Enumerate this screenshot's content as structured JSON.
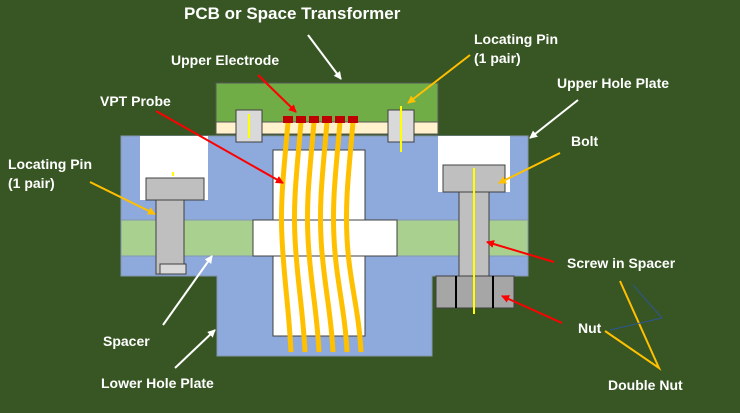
{
  "diagram": {
    "title": "PCB or Space Transformer",
    "labels": {
      "upper_electrode": "Upper Electrode",
      "locating_pin_top_line1": "Locating Pin",
      "locating_pin_top_line2": "(1 pair)",
      "vpt_probe": "VPT Probe",
      "upper_hole_plate": "Upper Hole Plate",
      "locating_pin_left_line1": "Locating Pin",
      "locating_pin_left_line2": "(1 pair)",
      "bolt": "Bolt",
      "screw_in_spacer": "Screw in Spacer",
      "spacer": "Spacer",
      "nut": "Nut",
      "lower_hole_plate": "Lower Hole Plate",
      "double_nut": "Double Nut"
    },
    "colors": {
      "background": "#375623",
      "plate_blue": "#8EA9DB",
      "spacer_green": "#A9D08E",
      "pcb_green": "#70AD47",
      "probe_orange": "#FFC000",
      "electrode_red": "#C00000",
      "pin_gray": "#BFBFBF",
      "arrow_white": "#FFFFFF",
      "arrow_red": "#FF0000",
      "arrow_yellow": "#FFC000"
    }
  }
}
